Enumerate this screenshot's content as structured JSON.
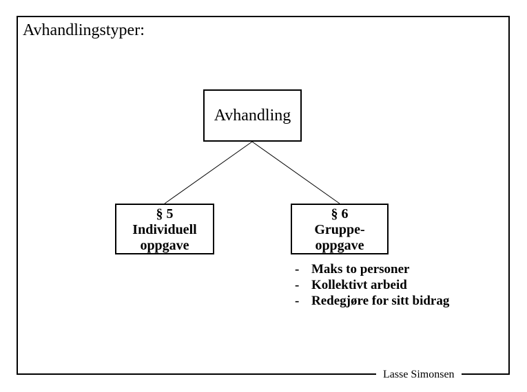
{
  "colors": {
    "background": "#ffffff",
    "foreground": "#000000"
  },
  "slide": {
    "title": "Avhandlingstyper:",
    "footer_author": "Lasse Simonsen"
  },
  "tree": {
    "root": {
      "label": "Avhandling"
    },
    "nodes": [
      {
        "line1": "§ 5",
        "line2": "Individuell",
        "line3": "oppgave"
      },
      {
        "line1": "§ 6",
        "line2": "Gruppe-",
        "line3": "oppgave"
      }
    ]
  },
  "bullets": {
    "marker": "-",
    "items": [
      "Maks to personer",
      "Kollektivt arbeid",
      "Redegjøre for sitt bidrag"
    ]
  }
}
